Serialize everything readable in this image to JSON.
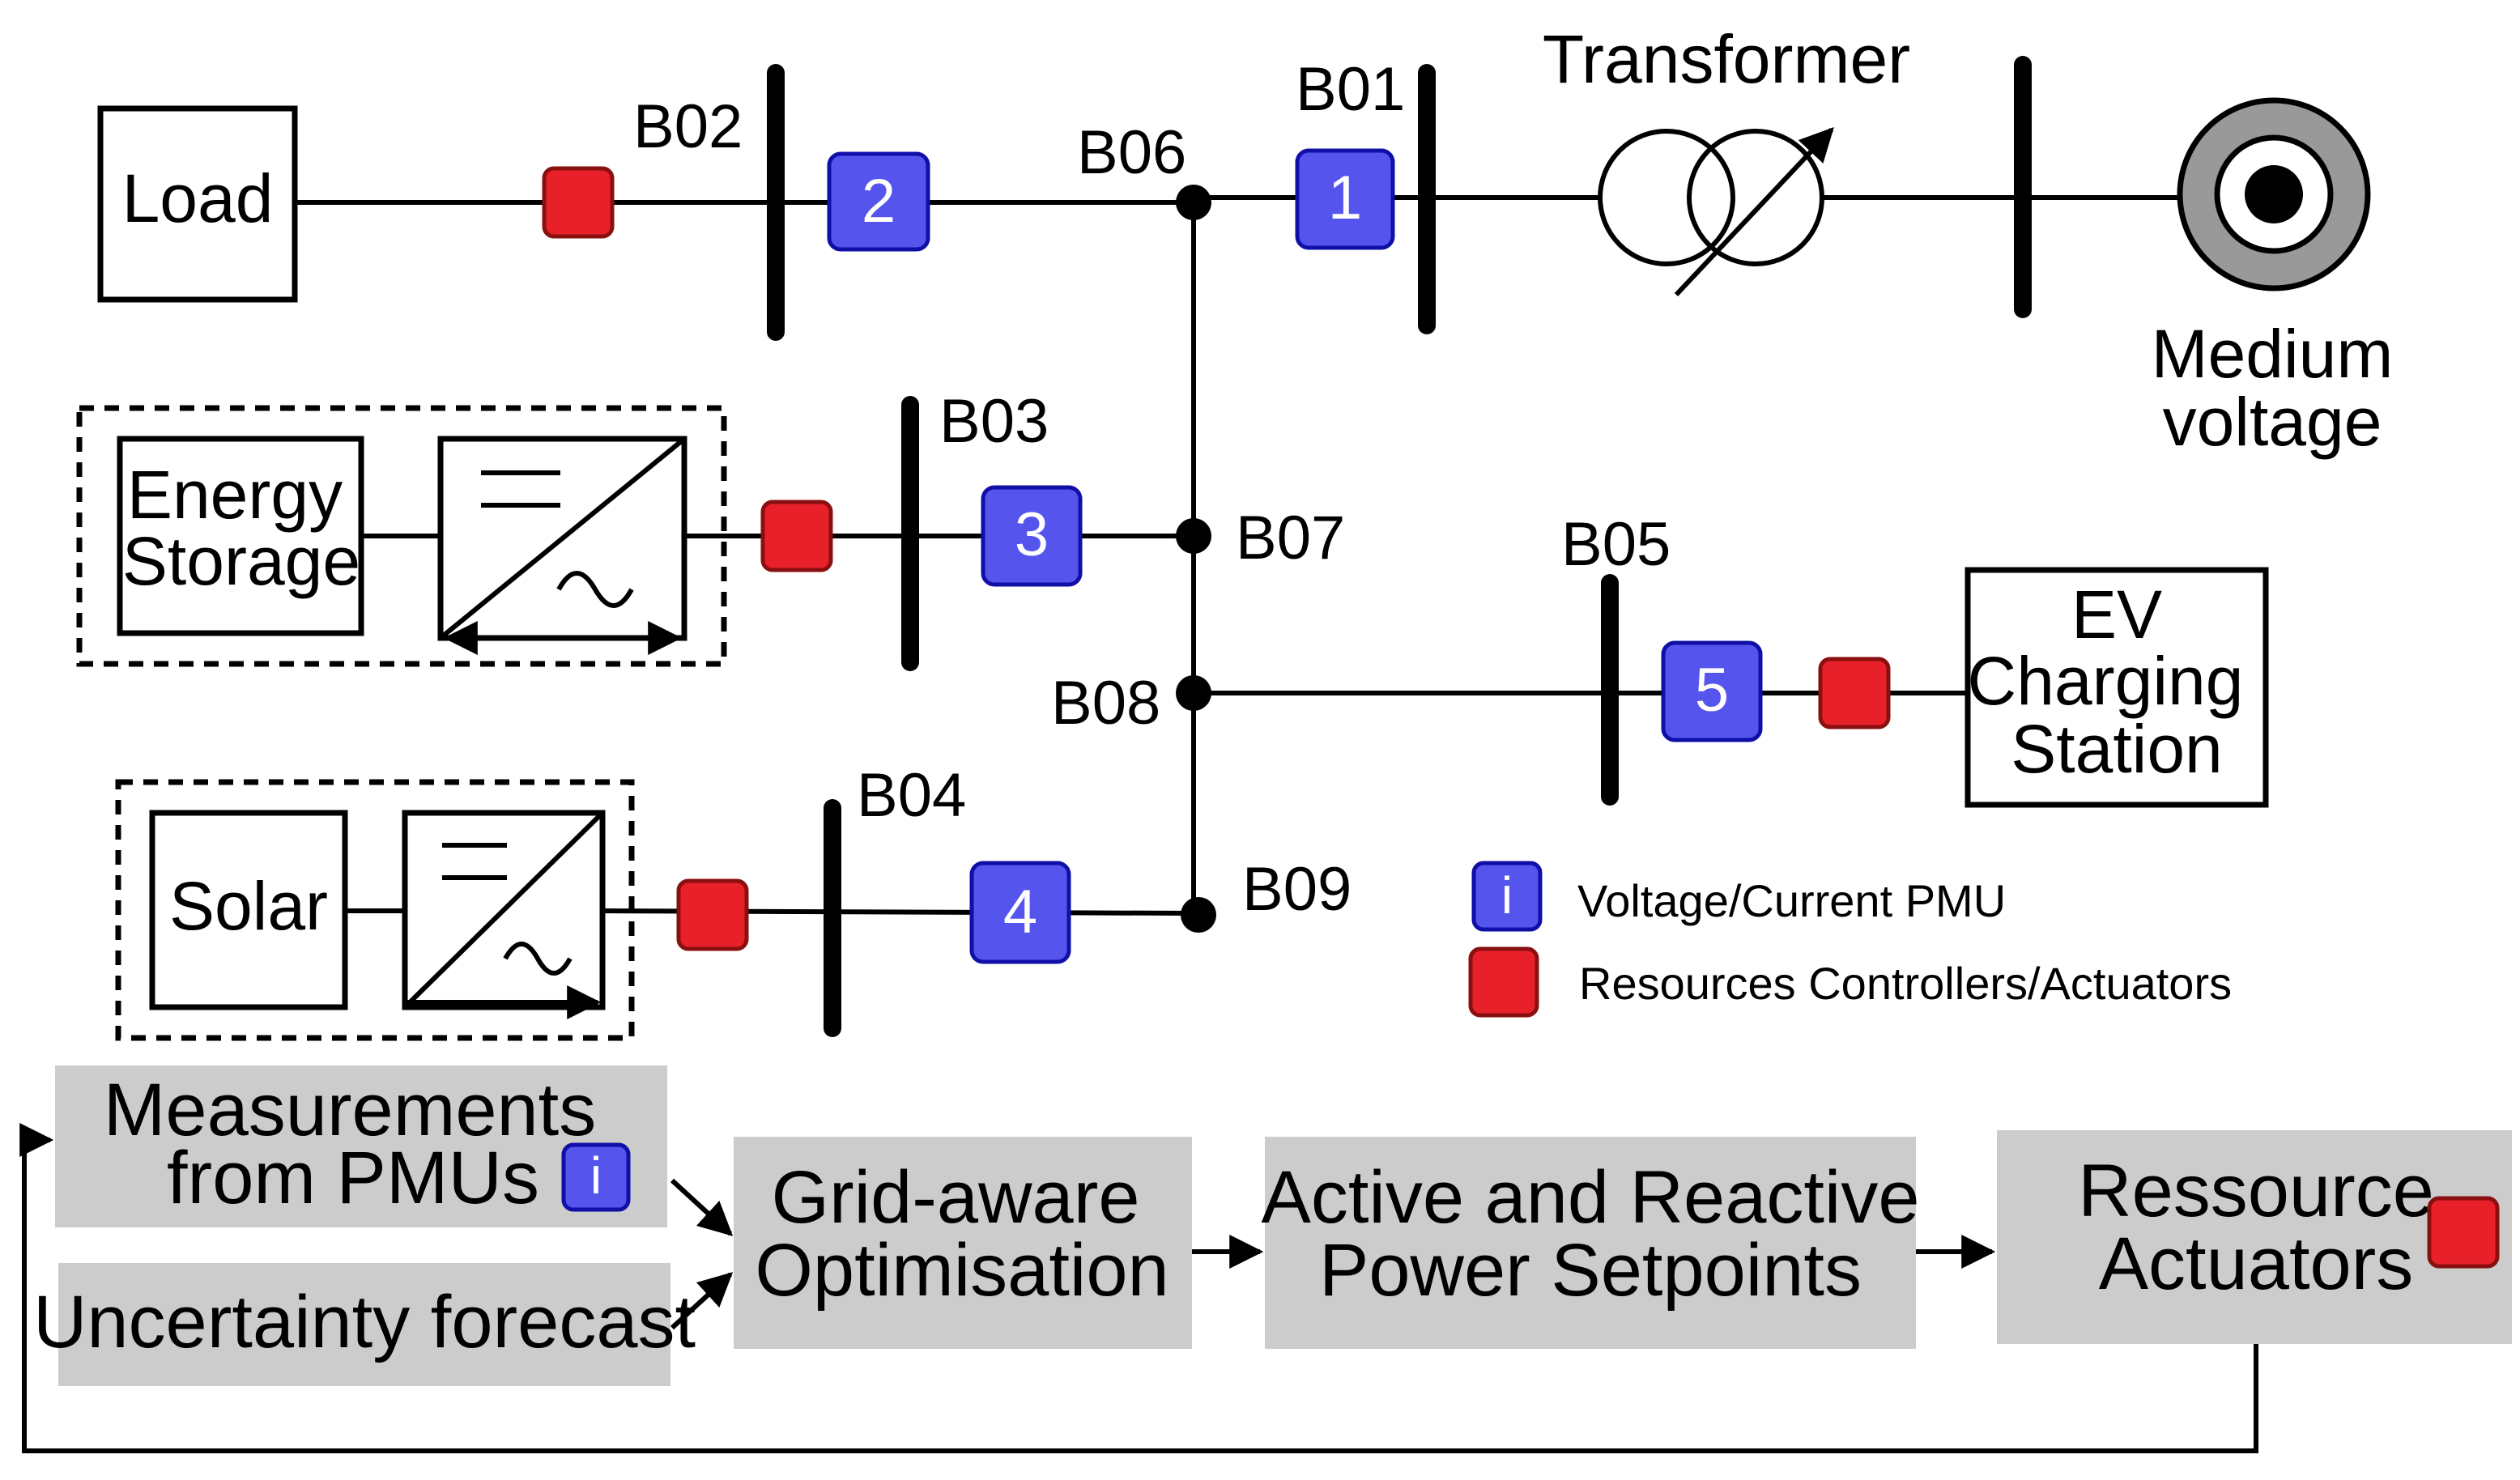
{
  "buses": {
    "b01": "B01",
    "b02": "B02",
    "b03": "B03",
    "b04": "B04",
    "b05": "B05",
    "b06": "B06",
    "b07": "B07",
    "b08": "B08",
    "b09": "B09"
  },
  "components": {
    "load": "Load",
    "energy_storage": [
      "Energy",
      "Storage"
    ],
    "solar": "Solar",
    "ev_charging_station": [
      "EV",
      "Charging",
      "Station"
    ],
    "transformer": "Transformer",
    "medium_voltage": [
      "Medium",
      "voltage"
    ]
  },
  "pmus": [
    "1",
    "2",
    "3",
    "4",
    "5"
  ],
  "legend": {
    "pmu_symbol": "i",
    "pmu_label": "Voltage/Current PMU",
    "actuator_label": "Resources Controllers/Actuators"
  },
  "flow": {
    "measurements": [
      "Measurements",
      "from PMUs"
    ],
    "measurements_symbol": "i",
    "uncertainty": "Uncertainty forecast",
    "optimisation": [
      "Grid-aware",
      "Optimisation"
    ],
    "setpoints": [
      "Active and Reactive",
      "Power Setpoints"
    ],
    "actuators": [
      "Ressource",
      "Actuators"
    ]
  },
  "colors": {
    "pmu": "#5555ee",
    "actuator": "#e8202a",
    "flow_box": "#cccccc"
  }
}
